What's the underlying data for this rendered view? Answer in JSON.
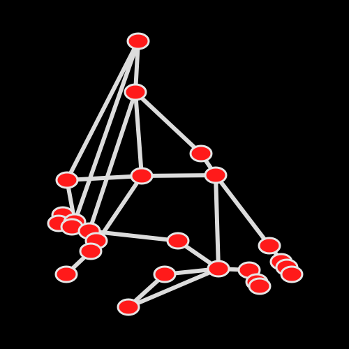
{
  "colors": {
    "background": "#000000",
    "edge": "#dcdcdc",
    "node_fill": "#ff1a1a",
    "node_stroke": "#e6e6e6"
  },
  "graph": {
    "nodes": [
      "apex",
      "upper",
      "left-mid",
      "center-mid",
      "right-mid",
      "right-shoulder",
      "left-low-a",
      "left-low-b",
      "left-low-c",
      "left-low-d",
      "left-low-e",
      "left-low-f",
      "left-low-g",
      "left-bottom",
      "center-low",
      "hub",
      "lower-mid",
      "bottom",
      "right-low-a",
      "right-low-b",
      "right-low-c",
      "right-low-d",
      "right-low-e",
      "right-low-f",
      "right-low-g"
    ],
    "edges": [
      [
        "apex",
        "upper"
      ],
      [
        "apex",
        "left-mid"
      ],
      [
        "apex",
        "left-low-c"
      ],
      [
        "upper",
        "center-mid"
      ],
      [
        "upper",
        "right-shoulder"
      ],
      [
        "upper",
        "left-low-e"
      ],
      [
        "left-mid",
        "center-mid"
      ],
      [
        "center-mid",
        "right-mid"
      ],
      [
        "left-mid",
        "left-low-c"
      ],
      [
        "center-mid",
        "left-low-g"
      ],
      [
        "right-shoulder",
        "right-mid"
      ],
      [
        "right-mid",
        "hub"
      ],
      [
        "right-mid",
        "right-low-a"
      ],
      [
        "right-low-a",
        "right-low-c"
      ],
      [
        "left-low-e",
        "center-low"
      ],
      [
        "center-low",
        "hub"
      ],
      [
        "hub",
        "lower-mid"
      ],
      [
        "hub",
        "bottom"
      ],
      [
        "lower-mid",
        "bottom"
      ],
      [
        "hub",
        "right-low-e"
      ],
      [
        "left-low-g",
        "left-bottom"
      ]
    ]
  }
}
